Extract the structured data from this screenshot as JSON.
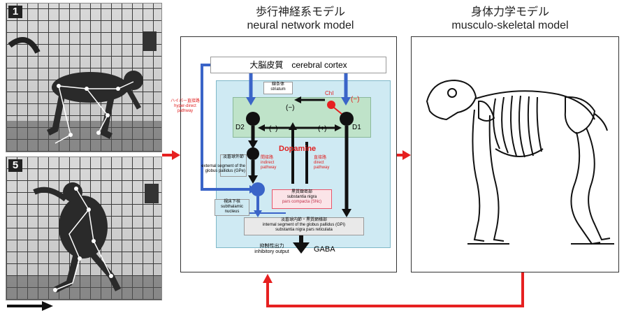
{
  "photos": {
    "top_number": "1",
    "bottom_number": "5"
  },
  "titles": {
    "neural_jp": "歩行神経系モデル",
    "neural_en": "neural network model",
    "musculo_jp": "身体力学モデル",
    "musculo_en": "musculo-skeletal model"
  },
  "neural": {
    "cortex": "大脳皮質　cerebral cortex",
    "striatum_jp": "線条体",
    "striatum_en": "striatum",
    "chi_label": "ChI",
    "minus_1": "(−)",
    "minus_2": "(−)",
    "minus_3": "(−)",
    "plus": "(+)",
    "d2": "D2",
    "d1": "D1",
    "dopamine": "Dopamine",
    "hyperdirect_jp": "ハイパー直接路",
    "hyperdirect_en_1": "hyper-direct",
    "hyperdirect_en_2": "pathway",
    "indirect_jp": "間接路",
    "indirect_en_1": "indirect",
    "indirect_en_2": "pathway",
    "direct_jp": "直接路",
    "direct_en_1": "direct",
    "direct_en_2": "pathway",
    "gpe_jp": "淡蒼球外節",
    "gpe_en_1": "external segment of the",
    "gpe_en_2": "globus pallidus (GPe)",
    "snc_jp": "黒質緻密部",
    "snc_en_1": "substantia nigra",
    "snc_en_2": "pars compacta (SNc)",
    "stn_jp": "視床下核",
    "stn_en": "subthalamic nucleus",
    "gpi_jp": "淡蒼球内節・黒質網様部",
    "gpi_en_1": "internal segment of the globus pallidus (GPi)",
    "gpi_en_2": "substantia nigra pars reticulata",
    "inhib_jp": "抑制性出力",
    "inhib_en": "inhibitory output",
    "gaba": "GABA"
  },
  "colors": {
    "panel_fill": "#cfeaf3",
    "inner_fill": "#bfe3c9",
    "blue_arrow": "#3a64c8",
    "red_arrow": "#e62020",
    "snc_fill": "#e8556a"
  }
}
